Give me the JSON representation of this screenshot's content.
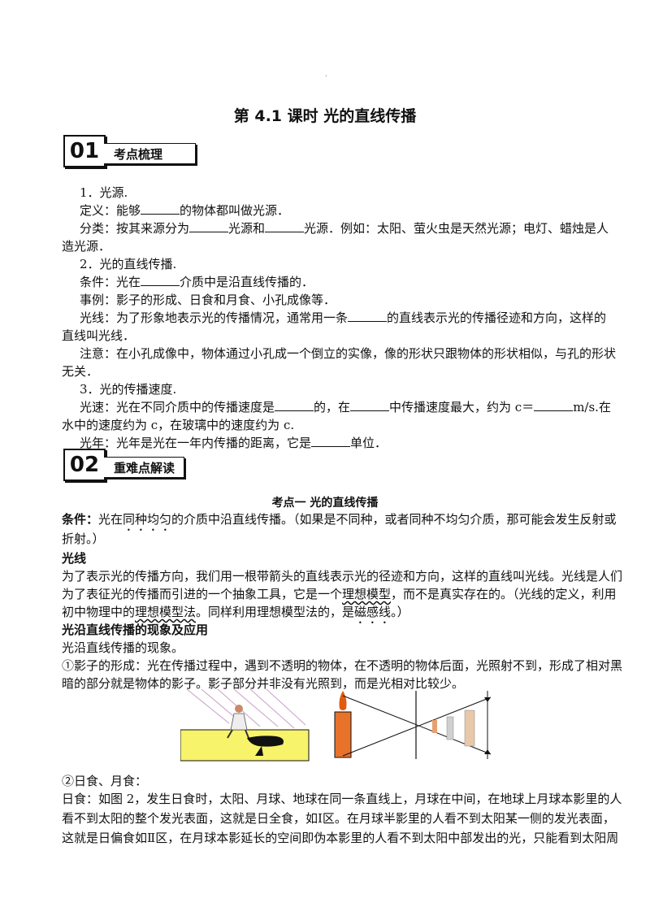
{
  "header_mark": "'",
  "title": "第 4.1 课时  光的直线传播",
  "section1": {
    "num": "01",
    "label": "考点梳理"
  },
  "s1": {
    "l1": "1．光源.",
    "l2a": "定义：能够",
    "l2b": "的物体都叫做光源．",
    "l3a": "分类：按其来源分为",
    "l3b": "光源和",
    "l3c": "光源．例如：太阳、萤火虫是天然光源；电灯、蜡烛是人",
    "l4": "造光源．",
    "l5": "2．光的直线传播.",
    "l6a": "条件：光在",
    "l6b": "介质中是沿直线传播的．",
    "l7": "事例：影子的形成、日食和月食、小孔成像等．",
    "l8a": "光线：为了形象地表示光的传播情况，通常用一条",
    "l8b": "的直线表示光的传播径迹和方向，这样的",
    "l9": "直线叫光线．",
    "l10": "注意：在小孔成像中，物体通过小孔成一个倒立的实像，像的形状只跟物体的形状相似，与孔的形状",
    "l11": "无关．",
    "l12": "3．光的传播速度.",
    "l13a": "光速：光在不同介质中的传播速度是",
    "l13b": "的，在",
    "l13c": "中传播速度最大，约为 c＝",
    "l13d": "m/s.在",
    "l14": "水中的速度约为 c，在玻璃中的速度约为 c.",
    "l15a": "光年：光年是光在一年内传播的距离，它是",
    "l15b": "单位．"
  },
  "section2": {
    "num": "02",
    "label": "重难点解读"
  },
  "s2": {
    "head": "考点一  光的直线传播",
    "cond_kw": "条件：",
    "cond_a": "光在",
    "cond_dots": "同种均匀",
    "cond_b": "的介质中沿直线传播。（如果是不同种，或者同种不均匀介质，那可能会发生反射或",
    "cond_c": "折射。）",
    "ray_kw": "光线",
    "ray1": "为了表示光的传播方向，我们用一根带箭头的直线表示光的径迹和方向，这样的直线叫光线。光线是人们",
    "ray2a": "为了表征光的传播而引进的一个抽象工具，它是一个",
    "ray2w": "理想模型",
    "ray2b": "，而不是真实存在的。（光线的定义，利用",
    "ray3a": "初中物理中的",
    "ray3w": "理想模型法",
    "ray3b": "。同样利用理想模型法的，是",
    "ray3w2": "磁感线",
    "ray3c": "。）",
    "app_kw": "光沿直线传播的现象及应用",
    "app1": "光沿直线传播的现象。",
    "shadow1": "①影子的形成：光在传播过程中，遇到不透明的物体，在不透明的物体后面，光照射不到，形成了相对黑",
    "shadow2": "暗的部分就是物体的影子。影子部分并非没有光照到，而是光相对比较少。",
    "eclipse_head": "②日食、月食：",
    "e1": "日食：如图 2，发生日食时，太阳、月球、地球在同一条直线上，月球在中间，在地球上月球本影里的人",
    "e2": "看不到太阳的整个发光表面，这就是日全食，如Ⅰ区。在月球半影里的人看不到太阳某一侧的发光表面，",
    "e3": "这就是日偏食如Ⅱ区，在月球本影延长的空间即伪本影里的人看不到太阳中部发出的光，只能看到太阳周"
  },
  "colors": {
    "ground": "#f7f36a",
    "flame": "#e05a10",
    "candle": "#e8722a"
  }
}
